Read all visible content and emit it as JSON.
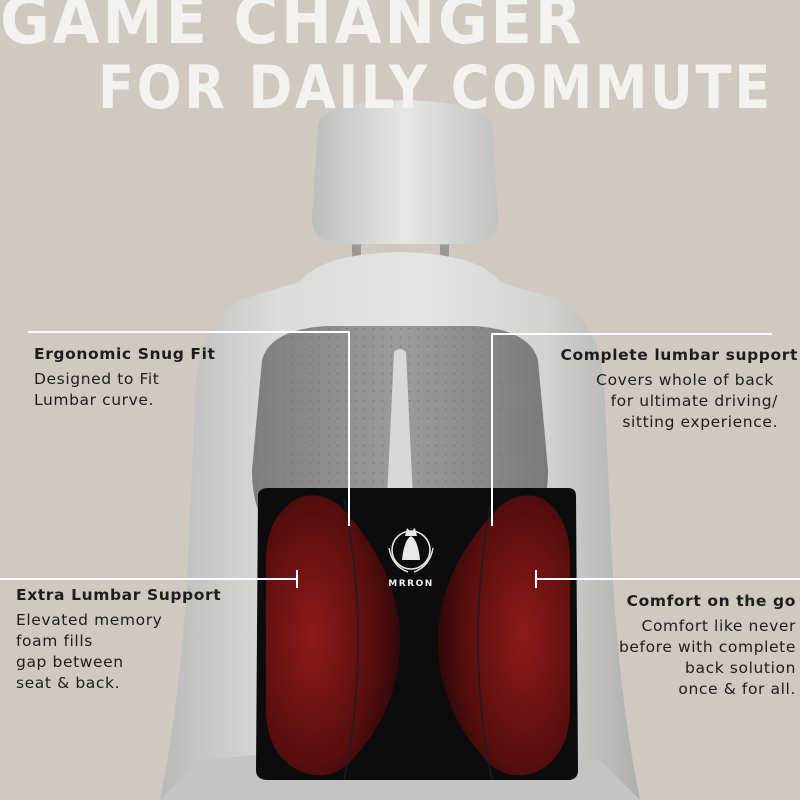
{
  "headline": {
    "line1": "GAME CHANGER",
    "line2": "FOR DAILY COMMUTE"
  },
  "callouts": {
    "snug": {
      "title": "Ergonomic Snug Fit",
      "lines": [
        "Designed to Fit",
        "Lumbar curve."
      ]
    },
    "extra": {
      "title": "Extra Lumbar Support",
      "lines": [
        "Elevated memory",
        "foam fills",
        "gap between",
        "seat & back."
      ]
    },
    "lumbar": {
      "title": "Complete lumbar support",
      "lines": [
        "Covers whole of back",
        "for ultimate driving/",
        "sitting experience."
      ]
    },
    "comfort": {
      "title": "Comfort on the go",
      "lines": [
        "Comfort like never",
        "before with complete",
        "back solution",
        "once & for all."
      ]
    }
  },
  "brand": {
    "name": "MRRON"
  },
  "colors": {
    "background": "#cfc9c1",
    "headline": "#f4f2ee",
    "cushion_black": "#0c0c0c",
    "cushion_red": "#7a1414",
    "seat_grey": "#d9d9d7",
    "mesh_grey": "#8d8d8b"
  }
}
